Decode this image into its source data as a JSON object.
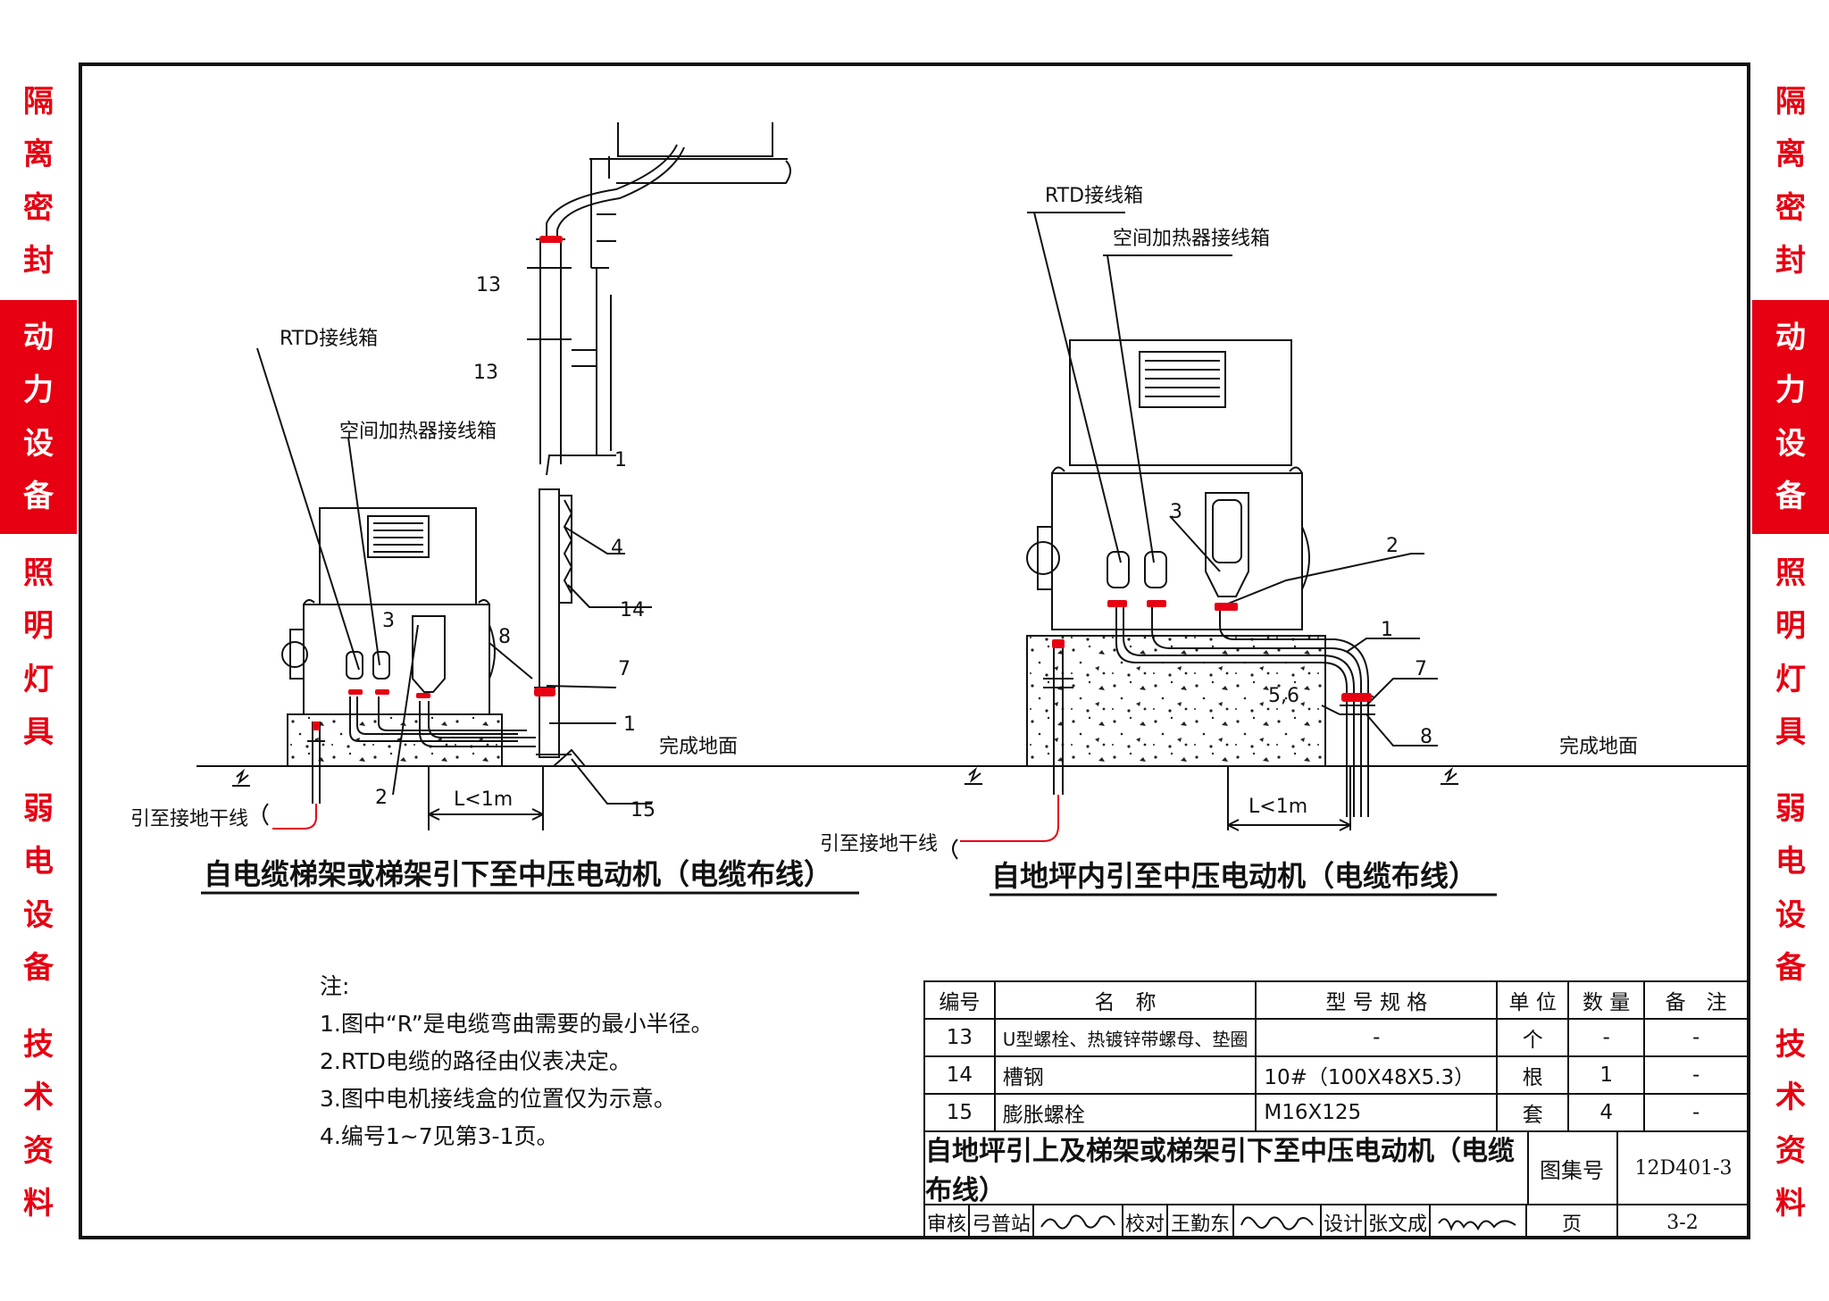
{
  "side_tabs": [
    {
      "chars": [
        "隔",
        "离",
        "密",
        "封"
      ],
      "active": false
    },
    {
      "chars": [
        "动",
        "力",
        "设",
        "备"
      ],
      "active": true
    },
    {
      "chars": [
        "照",
        "明",
        "灯",
        "具"
      ],
      "active": false
    },
    {
      "chars": [
        "弱",
        "电",
        "设",
        "备"
      ],
      "active": false
    },
    {
      "chars": [
        "技",
        "术",
        "资",
        "料"
      ],
      "active": false
    }
  ],
  "colors": {
    "accent": "#e60012",
    "line": "#111111",
    "cable_end": "#e60012"
  },
  "left_drawing": {
    "title": "自电缆梯架或梯架引下至中压电动机（电缆布线）",
    "rtd_label": "RTD接线箱",
    "heater_label": "空间加热器接线箱",
    "ground_label": "引至接地干线",
    "floor_label": "完成地面",
    "length_label": "L<1m",
    "callouts": {
      "n13a": "13",
      "n13b": "13",
      "n1a": "1",
      "n4": "4",
      "n14": "14",
      "n3": "3",
      "n8": "8",
      "n7": "7",
      "n1b": "1",
      "n2": "2",
      "n15": "15"
    }
  },
  "right_drawing": {
    "title": "自地坪内引至中压电动机（电缆布线）",
    "rtd_label": "RTD接线箱",
    "heater_label": "空间加热器接线箱",
    "ground_label": "引至接地干线",
    "floor_label": "完成地面",
    "length_label": "L<1m",
    "callouts": {
      "n3": "3",
      "n2": "2",
      "n1": "1",
      "n7": "7",
      "n56": "5,6",
      "n8": "8"
    }
  },
  "notes": {
    "heading": "注:",
    "items": [
      "1.图中“R”是电缆弯曲需要的最小半径。",
      "2.RTD电缆的路径由仪表决定。",
      "3.图中电机接线盒的位置仅为示意。",
      "4.编号1~7见第3-1页。"
    ]
  },
  "parts_table": {
    "headers": [
      "编号",
      "名　称",
      "型 号 规 格",
      "单 位",
      "数 量",
      "备　注"
    ],
    "rows": [
      [
        "13",
        "U型螺栓、热镀锌带螺母、垫圈",
        "-",
        "个",
        "-",
        "-"
      ],
      [
        "14",
        "槽钢",
        "10#（100X48X5.3）",
        "根",
        "1",
        "-"
      ],
      [
        "15",
        "膨胀螺栓",
        "M16X125",
        "套",
        "4",
        "-"
      ]
    ]
  },
  "title_block": {
    "title": "自地坪引上及梯架或梯架引下至中压电动机（电缆布线）",
    "atlas_label": "图集号",
    "atlas_no": "12D401-3",
    "review_label": "审核",
    "reviewer": "弓普站",
    "check_label": "校对",
    "checker": "王勤东",
    "design_label": "设计",
    "designer": "张文成",
    "page_label": "页",
    "page_no": "3-2"
  }
}
